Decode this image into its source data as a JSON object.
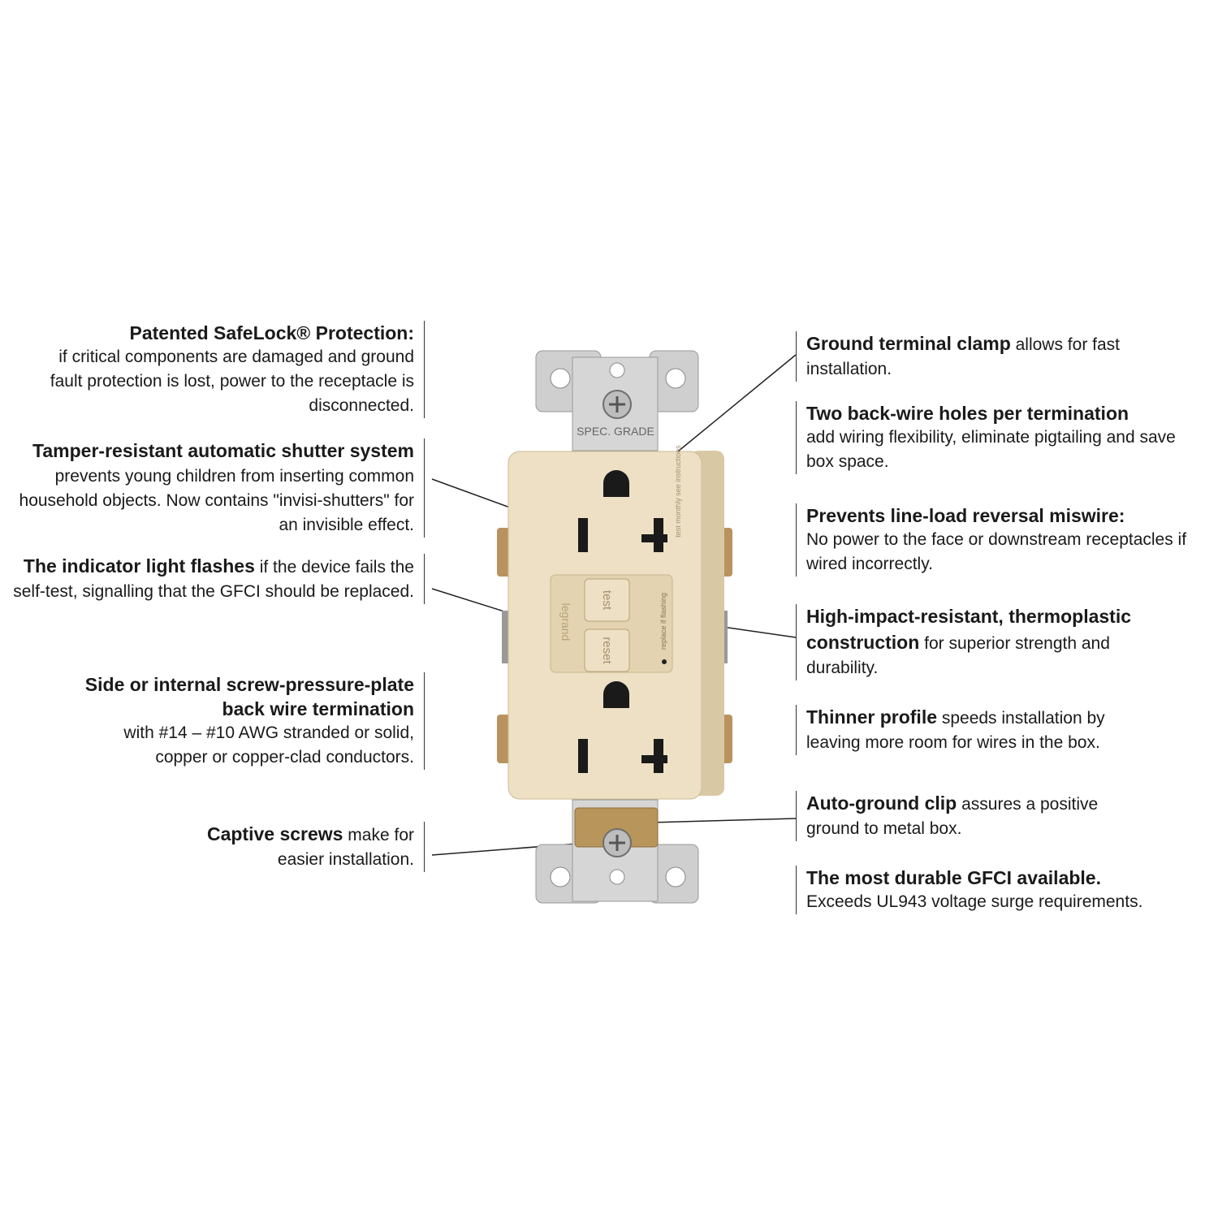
{
  "callouts_left": [
    {
      "head": "Patented SafeLock® Protection:",
      "body": "if critical components are damaged and ground fault protection is lost, power to the receptacle is disconnected."
    },
    {
      "head": "Tamper-resistant automatic shutter system",
      "body": "prevents young children from inserting common household objects. Now contains \"invisi-shutters\" for an invisible effect."
    },
    {
      "head": "The indicator light flashes",
      "body": "if the device fails the self-test, signalling that the GFCI should be replaced."
    },
    {
      "head": "Side or internal screw-pressure-plate back wire termination",
      "body": "with #14 – #10 AWG stranded or solid, copper or copper-clad conductors."
    },
    {
      "head": "Captive screws",
      "body": "make for easier installation."
    }
  ],
  "callouts_right": [
    {
      "head": "Ground terminal clamp",
      "body": "allows for fast installation."
    },
    {
      "head": "Two back-wire holes per termination",
      "body": "add wiring flexibility, eliminate pigtailing and save box space."
    },
    {
      "head": "Prevents line-load reversal miswire:",
      "body": "No power to the face or downstream receptacles if wired incorrectly."
    },
    {
      "head": "High-impact-resistant, thermoplastic construction",
      "body": "for superior strength and durability."
    },
    {
      "head": "Thinner profile",
      "body": "speeds installation by leaving more room for wires in the box."
    },
    {
      "head": "Auto-ground clip",
      "body": "assures a positive ground to metal box."
    },
    {
      "head": "The most durable GFCI available.",
      "body": "Exceeds UL943 voltage surge requirements."
    }
  ],
  "device": {
    "strap_label": "SPEC. GRADE",
    "test_label": "test",
    "reset_label": "reset",
    "indicator_label": "replace if flashing",
    "side_label": "test monthly see instructions",
    "brand_label": "legrand",
    "colors": {
      "body": "#ede0c4",
      "body_shadow": "#d9c8a4",
      "strap": "#c9c9c9",
      "ground_clip": "#b8955a",
      "slot": "#1a1a1a"
    }
  }
}
